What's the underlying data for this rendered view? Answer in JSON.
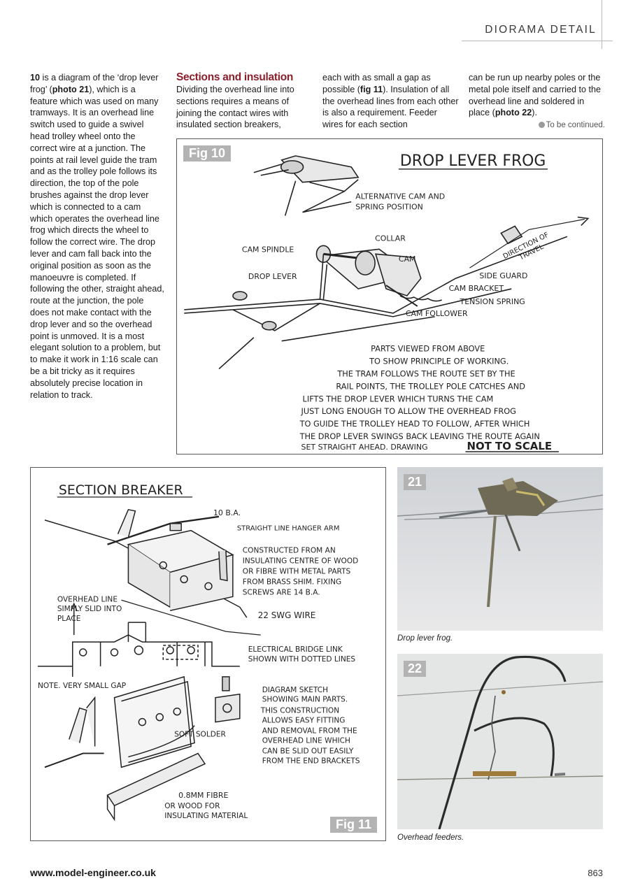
{
  "header": {
    "section_label": "DIORAMA DETAIL"
  },
  "body": {
    "col1": {
      "lead_bold": "10",
      "t1": " is a diagram of the ‘drop lever frog’ (",
      "photo_ref": "photo 21",
      "t2": "), which is a feature which was used on many tramways. It is an overhead line switch used to guide a swivel head trolley wheel onto the correct wire at a junction. The points at rail level guide the tram and as the trolley pole follows its direction, the top of the pole brushes against the drop lever which is connected to a cam which operates the overhead line frog which directs the wheel to follow the correct wire. The drop lever and cam fall back into the original position as soon as the manoeuvre is completed. If following the other, straight ahead, route at the junction, the pole does not make contact with the drop lever and so the overhead point is unmoved. It is a most elegant solution to a problem, but to make it work in 1:16 scale can be a bit tricky as it requires absolutely precise location in relation to track."
    },
    "col2": {
      "heading": "Sections and insulation",
      "text": "Dividing the overhead line into sections requires a means of joining the contact wires with insulated section breakers,"
    },
    "col3": {
      "t1": "each with as small a gap as possible (",
      "fig_ref": "fig 11",
      "t2": "). Insulation of all the overhead lines from each other is also a requirement. Feeder wires for each section"
    },
    "col4": {
      "t1": "can be run up nearby poles or the metal pole itself and carried to the overhead line and soldered in place (",
      "photo_ref": "photo 22",
      "t2": ").",
      "continued": "To be continued."
    }
  },
  "fig10": {
    "tag": "Fig 10",
    "title": "DROP LEVER FROG",
    "labels": {
      "alt_cam_1": "ALTERNATIVE CAM AND",
      "alt_cam_2": "SPRING POSITION",
      "collar": "COLLAR",
      "cam_spindle": "CAM SPINDLE",
      "cam": "CAM",
      "direction_1": "DIRECTION OF",
      "direction_2": "TRAVEL",
      "drop_lever": "DROP LEVER",
      "side_guard": "SIDE GUARD",
      "cam_bracket": "CAM BRACKET",
      "tension_spring": "TENSION SPRING",
      "cam_follower": "CAM FOLLOWER"
    },
    "notes": [
      "PARTS VIEWED FROM ABOVE",
      "TO SHOW PRINCIPLE OF WORKING.",
      "THE TRAM FOLLOWS THE ROUTE SET BY THE",
      "RAIL POINTS, THE TROLLEY POLE CATCHES AND",
      "LIFTS THE DROP LEVER WHICH TURNS THE CAM",
      "JUST LONG ENOUGH TO ALLOW THE OVERHEAD FROG",
      "TO GUIDE THE TROLLEY HEAD TO FOLLOW, AFTER WHICH",
      "THE DROP LEVER SWINGS BACK LEAVING THE ROUTE AGAIN",
      "SET STRAIGHT AHEAD. DRAWING"
    ],
    "not_to_scale": "NOT TO SCALE"
  },
  "fig11": {
    "tag": "Fig 11",
    "title": "SECTION BREAKER",
    "labels": {
      "ba10": "10 B.A.",
      "hanger": "STRAIGHT LINE HANGER ARM",
      "construct": [
        "CONSTRUCTED FROM AN",
        "INSULATING CENTRE OF WOOD",
        "OR FIBRE WITH METAL PARTS",
        "FROM BRASS SHIM. FIXING",
        "SCREWS ARE 14 B.A."
      ],
      "overhead": [
        "OVERHEAD LINE",
        "SIMPLY SLID INTO",
        "PLACE"
      ],
      "swg": "22 SWG WIRE",
      "bridge": [
        "ELECTRICAL BRIDGE LINK",
        "SHOWN WITH DOTTED LINES"
      ],
      "gap": "NOTE. VERY SMALL GAP",
      "diagram": [
        "DIAGRAM SKETCH",
        "SHOWING MAIN PARTS.",
        "THIS CONSTRUCTION",
        "ALLOWS EASY FITTING",
        "AND REMOVAL FROM THE",
        "OVERHEAD LINE WHICH",
        "CAN BE SLID OUT EASILY",
        "FROM THE END BRACKETS"
      ],
      "solder": "SOFT SOLDER",
      "fibre": [
        "0.8MM FIBRE",
        "OR WOOD FOR",
        "INSULATING MATERIAL"
      ]
    }
  },
  "photos": {
    "p21": {
      "tag": "21",
      "caption": "Drop lever frog."
    },
    "p22": {
      "tag": "22",
      "caption": "Overhead feeders."
    }
  },
  "footer": {
    "url": "www.model-engineer.co.uk",
    "page": "863"
  }
}
